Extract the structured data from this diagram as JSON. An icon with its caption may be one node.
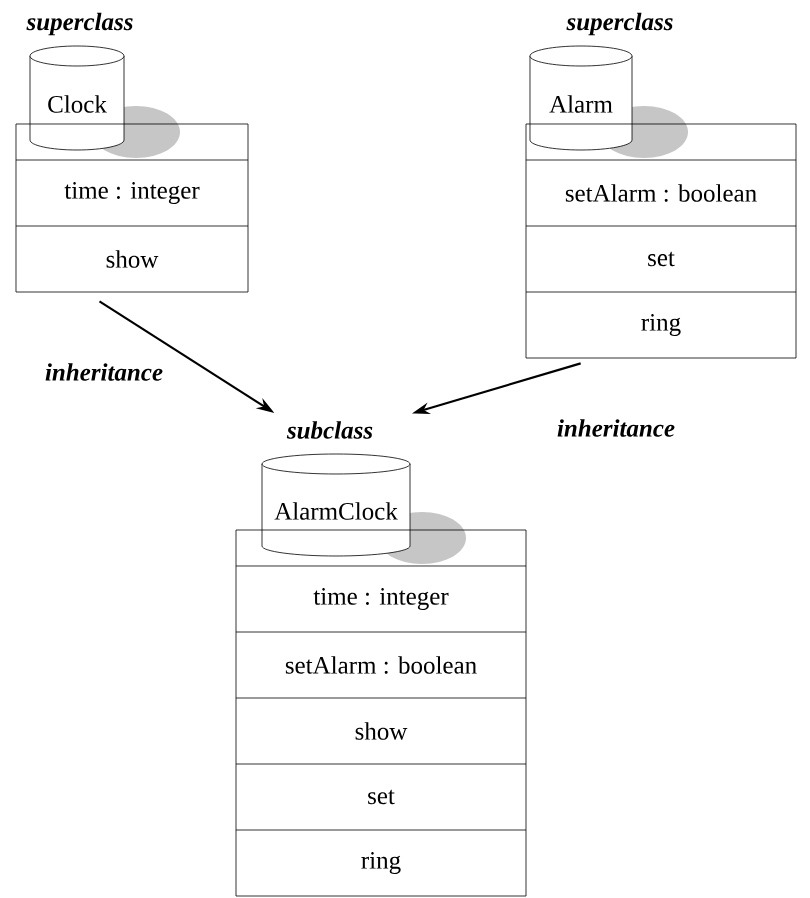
{
  "diagram": {
    "nodes": [
      {
        "text": [
          "Clock",
          "time : integer",
          "show"
        ],
        "beside": [
          "superclass"
        ]
      },
      {
        "text": [
          "Alarm",
          "setAlarm : boolean",
          "set",
          "ring"
        ],
        "beside": [
          "superclass"
        ]
      },
      {
        "text": [
          "AlarmClock",
          "time : integer",
          "setAlarm : boolean",
          "show",
          "set",
          "ring"
        ],
        "beside": [
          "subclass"
        ]
      }
    ],
    "edges": [
      {
        "from": 0,
        "to": 2,
        "arrow": "to",
        "label": "inheritance"
      },
      {
        "from": 1,
        "to": 2,
        "arrow": "to",
        "label": "inheritance"
      }
    ]
  }
}
